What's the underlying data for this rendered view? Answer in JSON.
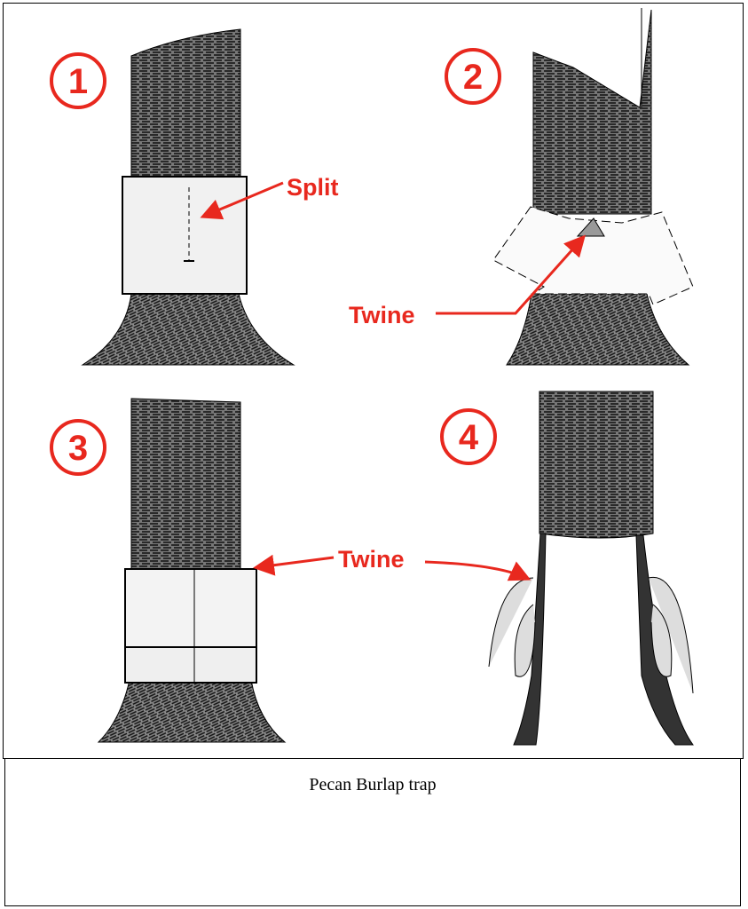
{
  "figure": {
    "steps": [
      {
        "number": "1",
        "label": "Split"
      },
      {
        "number": "2",
        "label": "Twine"
      },
      {
        "number": "3",
        "label": "Twine"
      },
      {
        "number": "4",
        "label": ""
      }
    ],
    "accent_color": "#e8281e"
  },
  "caption": "Pecan Burlap trap"
}
